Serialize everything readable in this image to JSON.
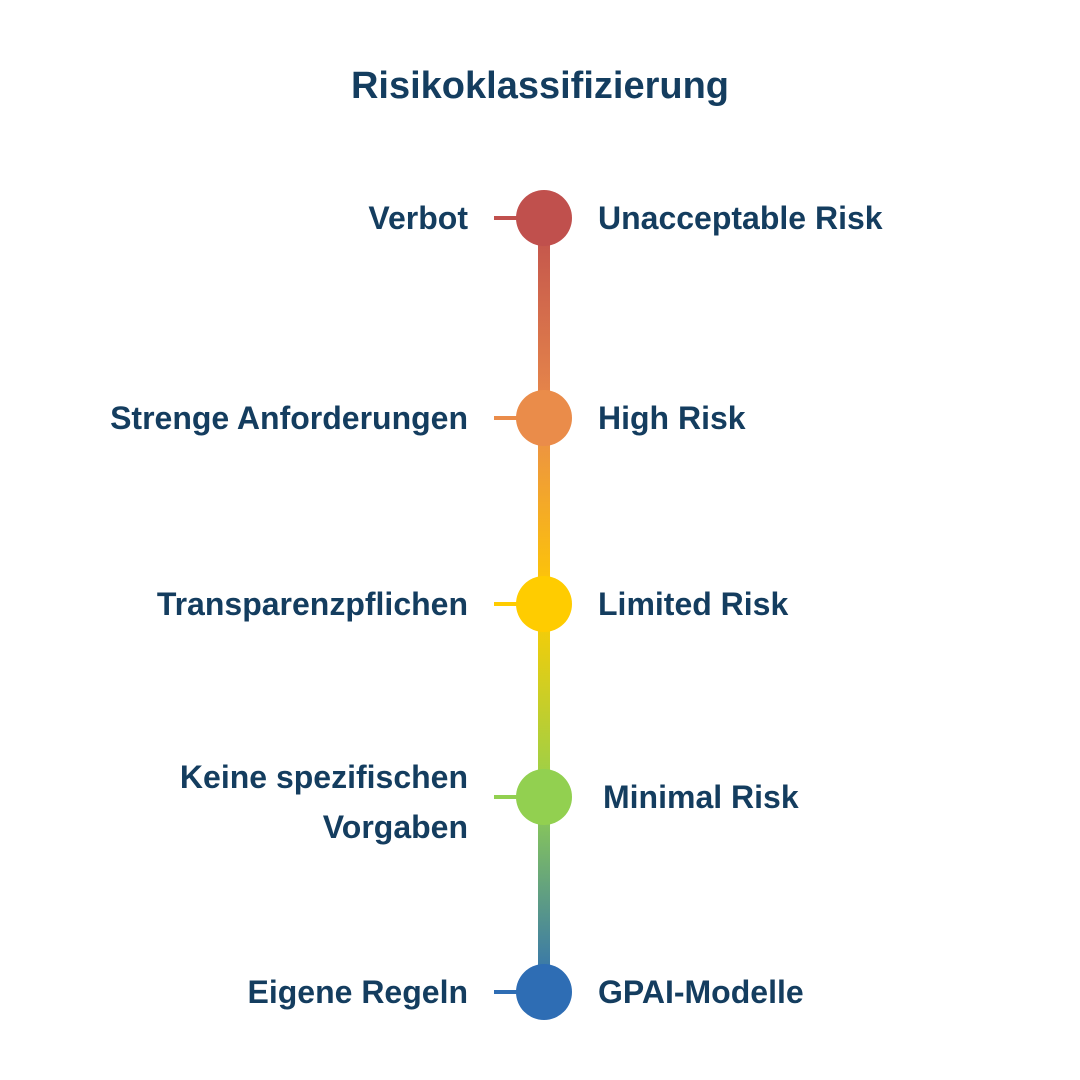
{
  "title": "Risikoklassifizierung",
  "levels": [
    {
      "left_label": "Verbot",
      "right_label": "Unacceptable Risk",
      "color": "#c0504d"
    },
    {
      "left_label": "Strenge Anforderungen",
      "right_label": "High Risk",
      "color": "#ea8c4a"
    },
    {
      "left_label": "Transparenzpflichen",
      "right_label": "Limited Risk",
      "color": "#ffcc00"
    },
    {
      "left_label": "Keine spezifischen Vorgaben",
      "right_label": "Minimal Risk",
      "color": "#92d050"
    },
    {
      "left_label": "Eigene Regeln",
      "right_label": "GPAI-Modelle",
      "color": "#2e6db4"
    }
  ]
}
